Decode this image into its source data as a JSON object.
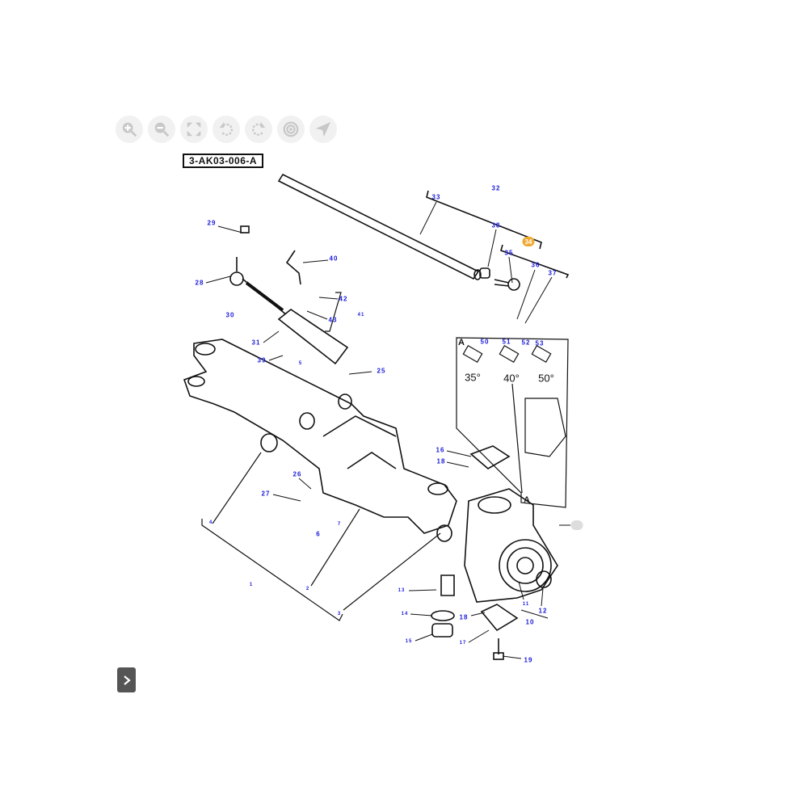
{
  "toolbar": {
    "buttons": [
      "zoom-in",
      "zoom-out",
      "fit-to-screen",
      "rotate-left",
      "rotate-right",
      "center",
      "navigate"
    ]
  },
  "diagram": {
    "code": "3-AK03-006-A",
    "highlight_color": "#f0a830",
    "label_color": "#1a1adc",
    "labels": [
      "29",
      "28",
      "30",
      "40",
      "42",
      "43",
      "41",
      "31",
      "39",
      "5",
      "25",
      "33",
      "32",
      "38",
      "35",
      "36",
      "37",
      "50",
      "51",
      "52",
      "53",
      "16",
      "18",
      "26",
      "27",
      "6",
      "7",
      "4",
      "1",
      "2",
      "3",
      "13",
      "14",
      "15",
      "18",
      "17",
      "11",
      "12",
      "10",
      "19"
    ],
    "highlighted": "34",
    "detail": {
      "title": "A",
      "angles": [
        "35°",
        "40°",
        "50°"
      ],
      "ref": "A"
    }
  }
}
